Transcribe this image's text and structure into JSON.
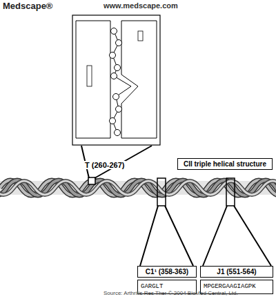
{
  "diagram": {
    "nodes": [
      {
        "text": [
          "CII triple helical structure"
        ]
      },
      {
        "text": [
          "C1¹ (358-363)",
          "GARGLT"
        ]
      },
      {
        "text": [
          "J1 (551-564)",
          "MPGERGAAGIAGPK"
        ]
      }
    ],
    "labels": [
      "Medscape®",
      "www.medscape.com",
      "T (260-267)",
      "Source: Arthritis Res Ther © 2004 BioMed Central, Ltd."
    ]
  }
}
